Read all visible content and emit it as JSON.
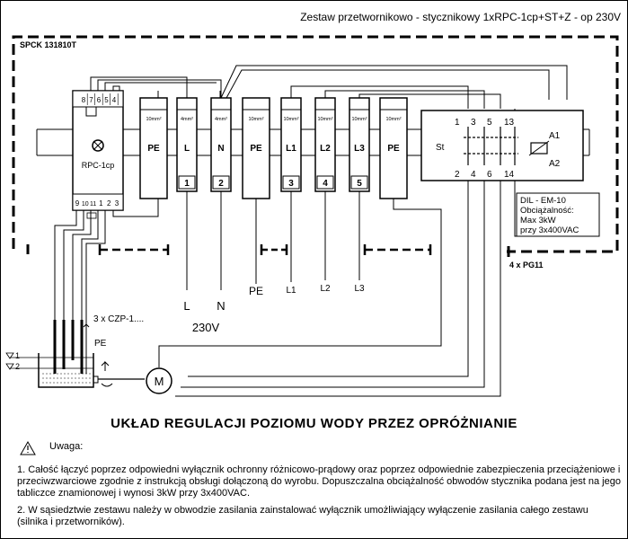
{
  "header": {
    "title": "Zestaw przetwornikowo - stycznikowy 1xRPC-1cp+ST+Z - op 230V"
  },
  "enclosure": {
    "code": "SPCK  131810T",
    "glands": "4  x  PG11"
  },
  "relay": {
    "name": "RPC-1cp",
    "top_terminals": [
      "8",
      "7",
      "6",
      "5",
      "4"
    ],
    "bottom_terminals": [
      "9",
      "10",
      "11",
      "1",
      "2",
      "3"
    ]
  },
  "terminals": [
    {
      "label": "PE",
      "rating": "10mm²"
    },
    {
      "label": "L",
      "rating": "4mm²",
      "number": "1"
    },
    {
      "label": "N",
      "rating": "4mm²",
      "number": "2"
    },
    {
      "label": "PE",
      "rating": "10mm²"
    },
    {
      "label": "L1",
      "rating": "10mm²",
      "number": "3"
    },
    {
      "label": "L2",
      "rating": "10mm²",
      "number": "4"
    },
    {
      "label": "L3",
      "rating": "10mm²",
      "number": "5"
    },
    {
      "label": "PE",
      "rating": "10mm²"
    }
  ],
  "contactor": {
    "name": "St",
    "top": [
      "1",
      "3",
      "5",
      "13"
    ],
    "bottom": [
      "2",
      "4",
      "6",
      "14"
    ],
    "coil_top": "A1",
    "coil_bottom": "A2",
    "spec": [
      "DIL - EM-10",
      "Obciążalność:",
      "Max  3kW",
      "przy  3x400VAC"
    ]
  },
  "supply": {
    "l": "L",
    "n": "N",
    "voltage": "230V",
    "pe": "PE",
    "l1": "L1",
    "l2": "L2",
    "l3": "L3"
  },
  "probes": {
    "label": "3 x CZP-1....",
    "pe": "PE",
    "level1": "1",
    "level2": "2"
  },
  "motor": {
    "symbol": "M"
  },
  "title": "UKŁAD REGULACJI  POZIOMU  WODY  PRZEZ OPRÓŻNIANIE",
  "notes": {
    "warning": "Uwaga:",
    "note1": "1. Całość łączyć poprzez odpowiedni wyłącznik ochronny różnicowo-prądowy oraz poprzez odpowiednie zabezpieczenia przeciążeniowe i przeciwzwarciowe zgodnie z instrukcją obsługi dołączoną do wyrobu. Dopuszczalna obciążalność obwodów stycznika podana jest na jego tabliczce znamionowej i wynosi 3kW przy 3x400VAC.",
    "note2": "2. W sąsiedztwie zestawu należy w obwodzie zasilania zainstalować wyłącznik umożliwiający wyłączenie zasilania całego zestawu (silnika i przetworników)."
  }
}
